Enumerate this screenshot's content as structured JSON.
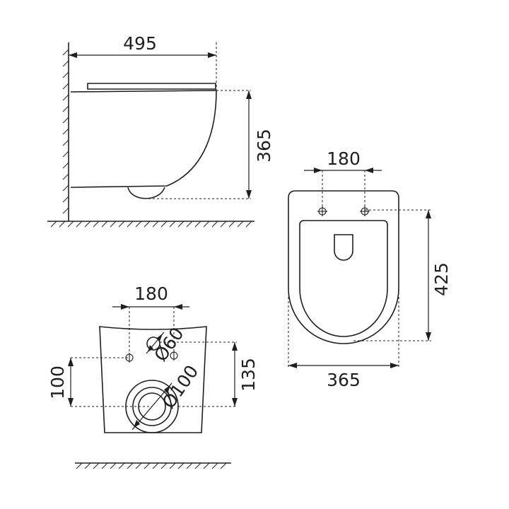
{
  "side_view": {
    "width_label": "495",
    "height_label": "365"
  },
  "top_view": {
    "bolt_spacing_label": "180",
    "depth_label": "425",
    "width_label": "365"
  },
  "rear_view": {
    "bolt_spacing_label": "180",
    "hole_small_label": "Ø60",
    "hole_large_label": "Ø100",
    "bolt_height_label": "100",
    "hole_height_label": "135"
  }
}
